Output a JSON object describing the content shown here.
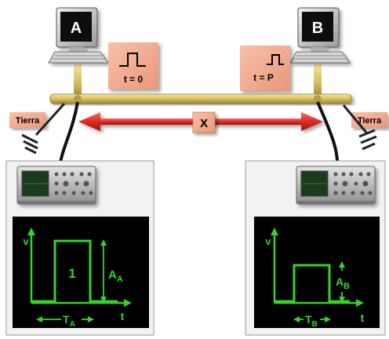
{
  "computers": {
    "a_label": "A",
    "b_label": "B"
  },
  "pulses": {
    "start_label": "t = 0",
    "end_label": "t = P"
  },
  "distance_label": "X",
  "ground_label": "Tierra",
  "scope_a": {
    "y_axis": "v",
    "x_axis": "t",
    "pulse_number": "1",
    "amplitude_main": "A",
    "amplitude_sub": "A",
    "width_main": "T",
    "width_sub": "A"
  },
  "scope_b": {
    "y_axis": "v",
    "x_axis": "t",
    "amplitude_main": "A",
    "amplitude_sub": "B",
    "width_main": "T",
    "width_sub": "B"
  },
  "colors": {
    "cable": "#d8c060",
    "arrow": "#e02a22",
    "label_box": "#f4a98c",
    "trace": "#35d42a",
    "scope_bg": "#000000"
  }
}
